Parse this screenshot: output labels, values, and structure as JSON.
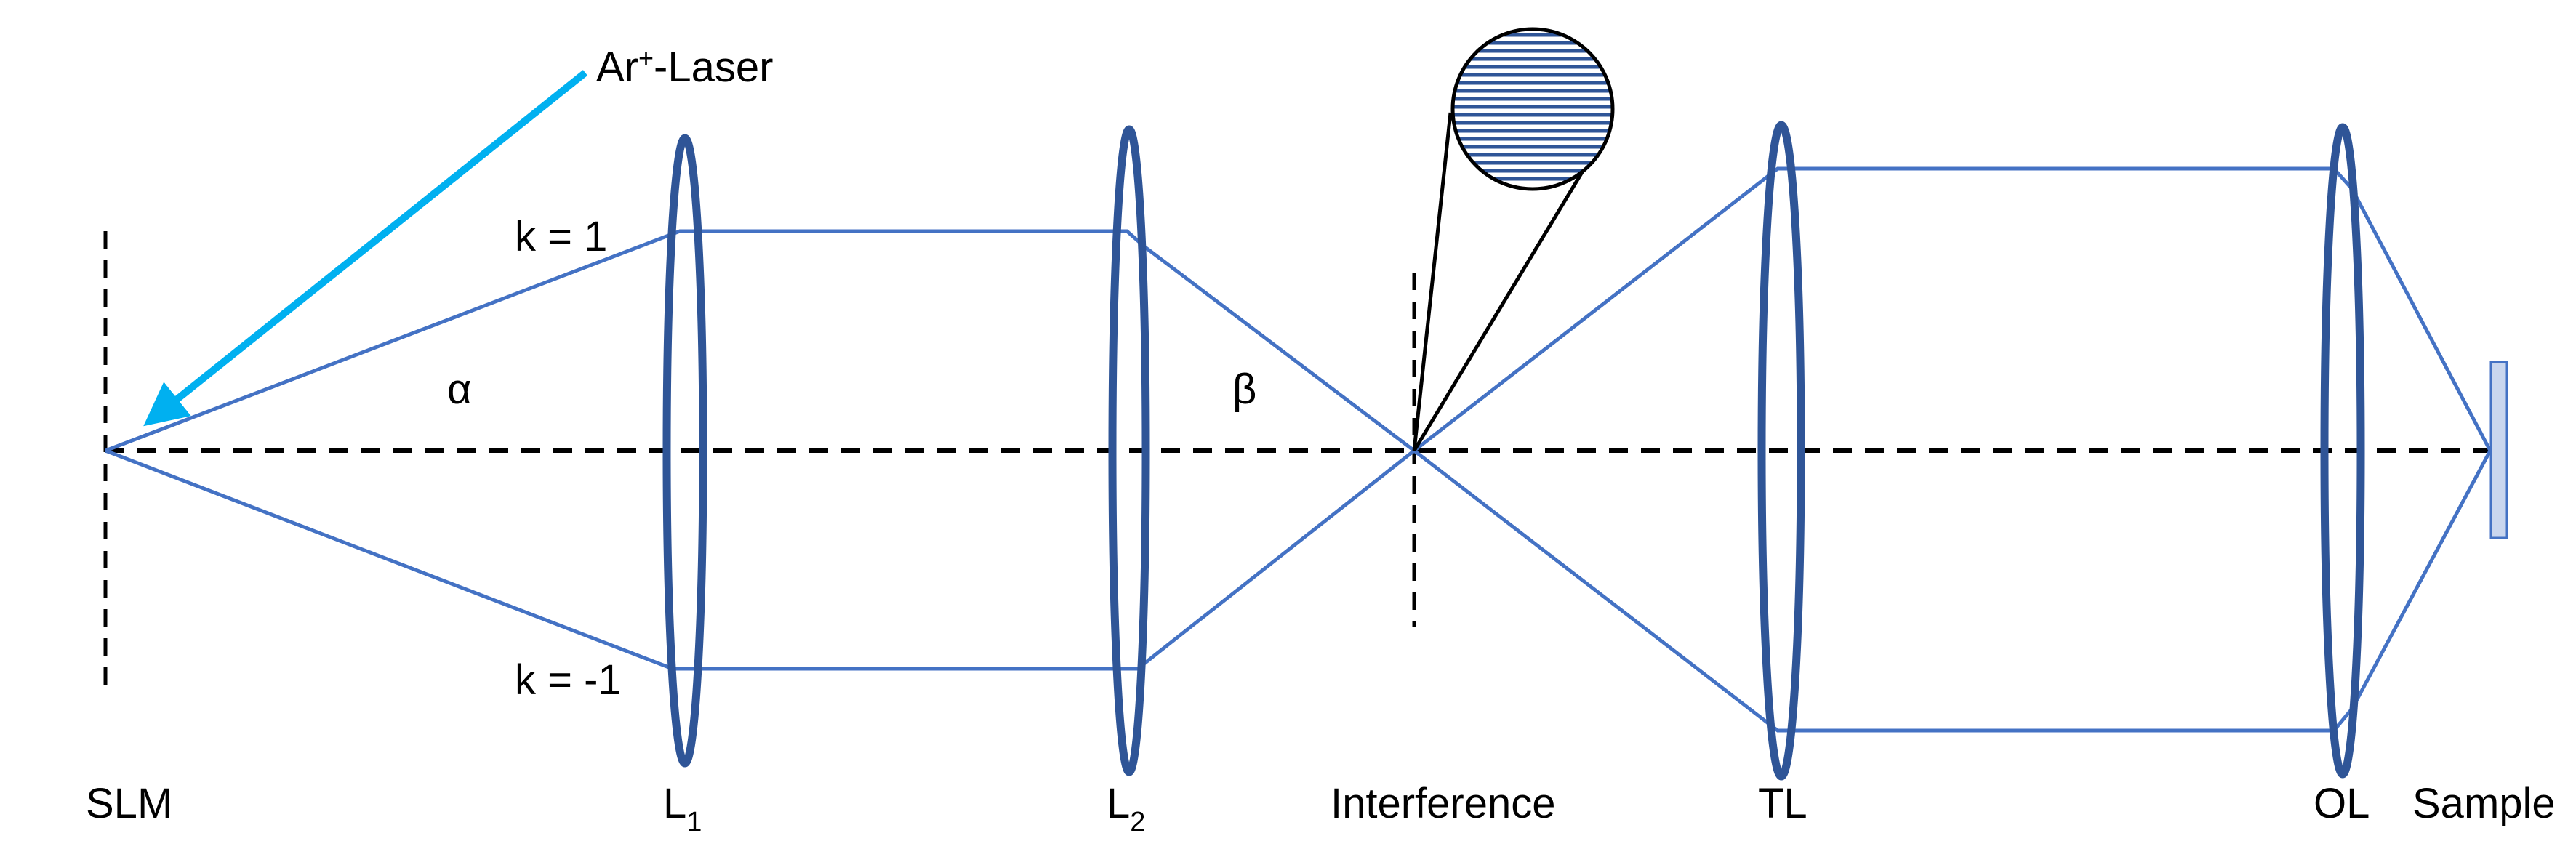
{
  "diagram": {
    "labels": {
      "laser": "Ar",
      "laser_sup": "+",
      "laser_suffix": "-Laser",
      "order_plus": "k = 1",
      "order_minus": "k = -1",
      "angle_alpha": "α",
      "angle_beta": "β",
      "slm": "SLM",
      "lens1": "L",
      "lens1_sub": "1",
      "lens2": "L",
      "lens2_sub": "2",
      "interference": "Interference",
      "tube_lens": "TL",
      "objective": "OL",
      "sample": "Sample"
    },
    "colors": {
      "beam": "#4472c4",
      "lens": "#2f5597",
      "laser": "#00b0f0",
      "axis": "#000000",
      "sample_fill": "#c9d6ee"
    }
  }
}
